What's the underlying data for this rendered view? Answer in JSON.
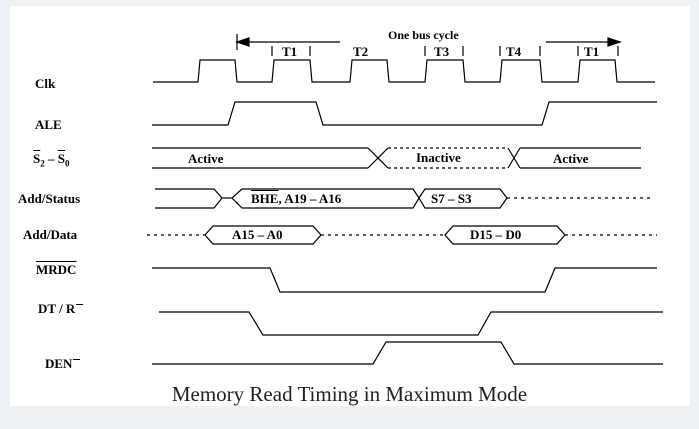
{
  "title": "One bus cycle",
  "states": [
    "T1",
    "T2",
    "T3",
    "T4",
    "T1"
  ],
  "signals": {
    "clk": "Clk",
    "ale": "ALE",
    "s2": "S",
    "s2_sub": "2",
    "s_sep": " – ",
    "s0": "S",
    "s0_sub": "0",
    "add_status": "Add/Status",
    "add_data": "Add/Data",
    "mrdc": "MRDC",
    "dtr_main": "DT / R",
    "den": "DEN"
  },
  "status_bus": {
    "active_1": "Active",
    "inactive": "Inactive",
    "active_2": "Active"
  },
  "address_status_bus": {
    "bhe": "BHE",
    "addr_hi": ", A19 – A16",
    "status_bits": "S7 – S3"
  },
  "address_data_bus": {
    "addr_lo": "A15 – A0",
    "data": "D15 – D0"
  },
  "caption": "Memory Read Timing in Maximum Mode",
  "colors": {
    "line": "#000000",
    "background": "#eef1f6",
    "panel": "#ffffff"
  }
}
